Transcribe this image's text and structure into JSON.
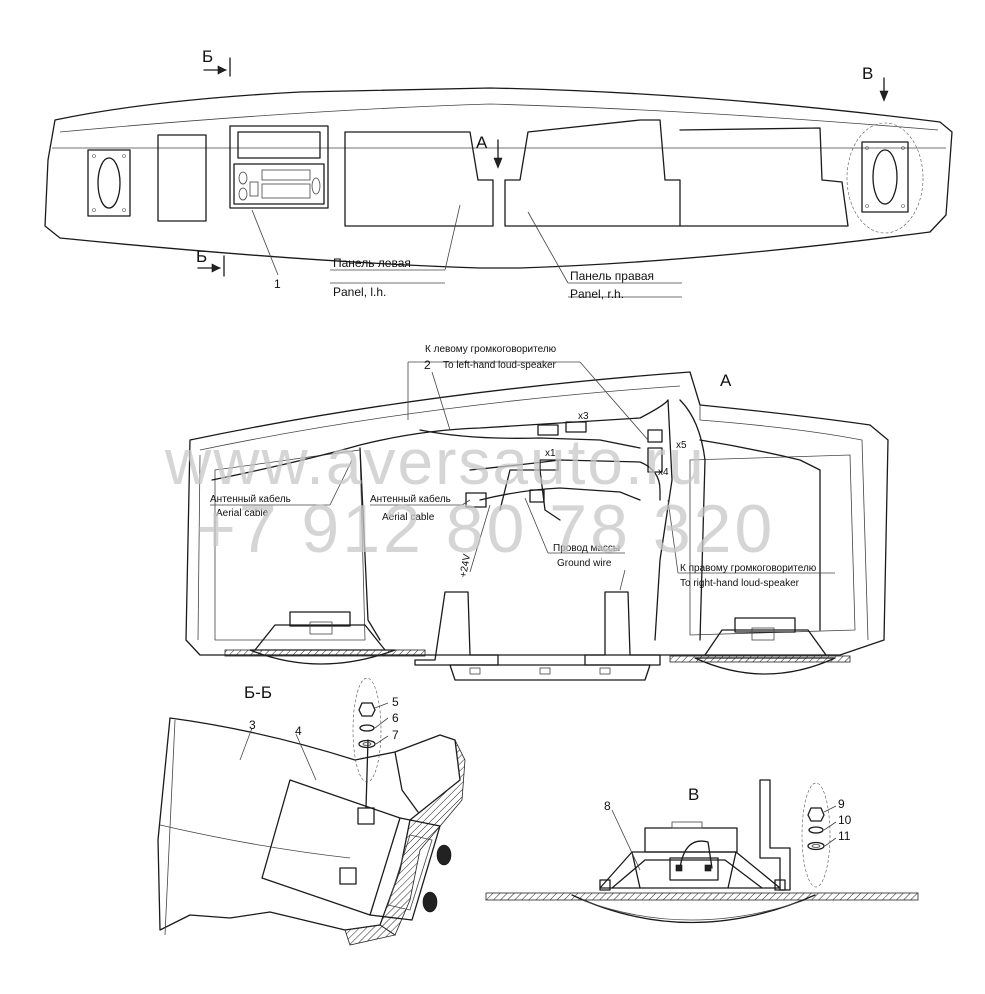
{
  "watermark": {
    "url": "www.aversauto.ru",
    "phone": "+7 912 80 78 320"
  },
  "view_labels": {
    "b_section_top": "Б",
    "b_section_bottom": "Б",
    "v_view": "В",
    "a_view": "А",
    "detail_a": "А",
    "section_bb": "Б-Б",
    "detail_v": "В"
  },
  "panel_labels": {
    "left_ru": "Панель левая",
    "left_en": "Panel, l.h.",
    "right_ru": "Панель правая",
    "right_en": "Panel, r.h."
  },
  "wire_labels": {
    "to_left_speaker_ru": "К левому громкоговорителю",
    "to_left_speaker_en": "To left-hand loud-speaker",
    "to_right_speaker_ru": "К правому громкоговорителю",
    "to_right_speaker_en": "To right-hand loud-speaker",
    "aerial_cable_1_ru": "Антенный кабель",
    "aerial_cable_1_en": "Aerial cable",
    "aerial_cable_2_ru": "Антенный кабель",
    "aerial_cable_2_en": "Aerial cable",
    "ground_wire_ru": "Провод массы",
    "ground_wire_en": "Ground wire",
    "voltage": "+24V"
  },
  "connectors": {
    "x1": "x1",
    "x3": "x3",
    "x4": "x4",
    "x5": "x5"
  },
  "part_numbers": {
    "p1": "1",
    "p2": "2",
    "p3": "3",
    "p4": "4",
    "p5": "5",
    "p6": "6",
    "p7": "7",
    "p8": "8",
    "p9": "9",
    "p10": "10",
    "p11": "11"
  }
}
